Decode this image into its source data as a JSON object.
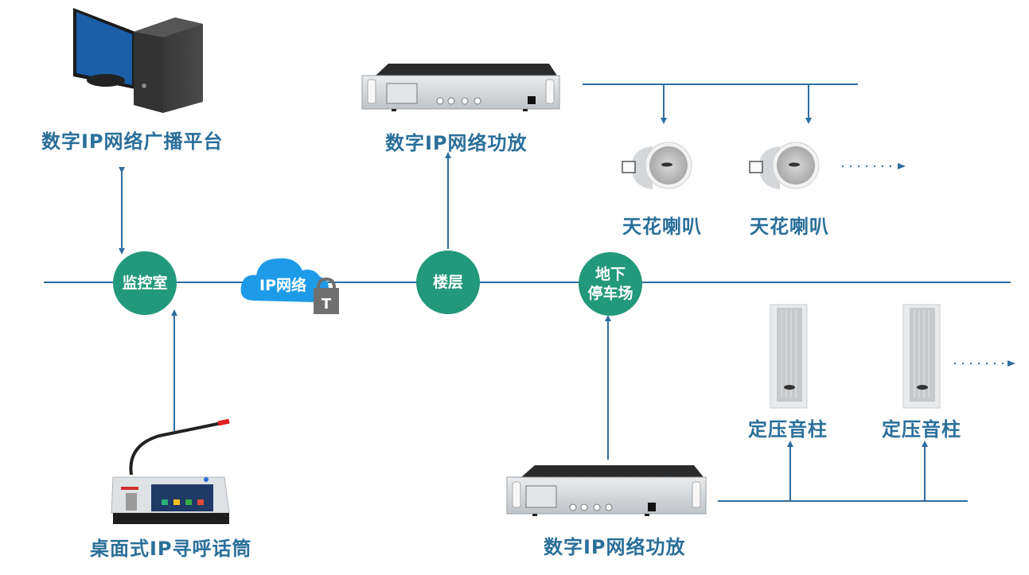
{
  "diagram": {
    "title": "IP network broadcast system topology",
    "colors": {
      "line": "#2f6e9e",
      "node": "#22997a",
      "cloud": "#1e9be8",
      "label": "#2a6f9a",
      "lock": "#6e6e6e"
    },
    "devices": {
      "platform": {
        "label": "数字IP网络广播平台",
        "icon": "desktop-computer-icon"
      },
      "amp_top": {
        "label": "数字IP网络功放",
        "icon": "rack-amplifier-icon"
      },
      "ceiling_1": {
        "label": "天花喇叭",
        "icon": "ceiling-speaker-icon"
      },
      "ceiling_2": {
        "label": "天花喇叭",
        "icon": "ceiling-speaker-icon"
      },
      "column_1": {
        "label": "定压音柱",
        "icon": "column-speaker-icon"
      },
      "column_2": {
        "label": "定压音柱",
        "icon": "column-speaker-icon"
      },
      "paging_mic": {
        "label": "桌面式IP寻呼话筒",
        "icon": "desktop-paging-microphone-icon"
      },
      "amp_bottom": {
        "label": "数字IP网络功放",
        "icon": "rack-amplifier-icon"
      }
    },
    "nodes": {
      "monitor_room": {
        "label": "监控室"
      },
      "ip_network": {
        "label": "IP网络",
        "icon": "cloud-lock-icon"
      },
      "floor": {
        "label": "楼层"
      },
      "parking_line1": "地下",
      "parking_line2": "停车场"
    },
    "continuation": "dotted-arrow-more-devices"
  }
}
